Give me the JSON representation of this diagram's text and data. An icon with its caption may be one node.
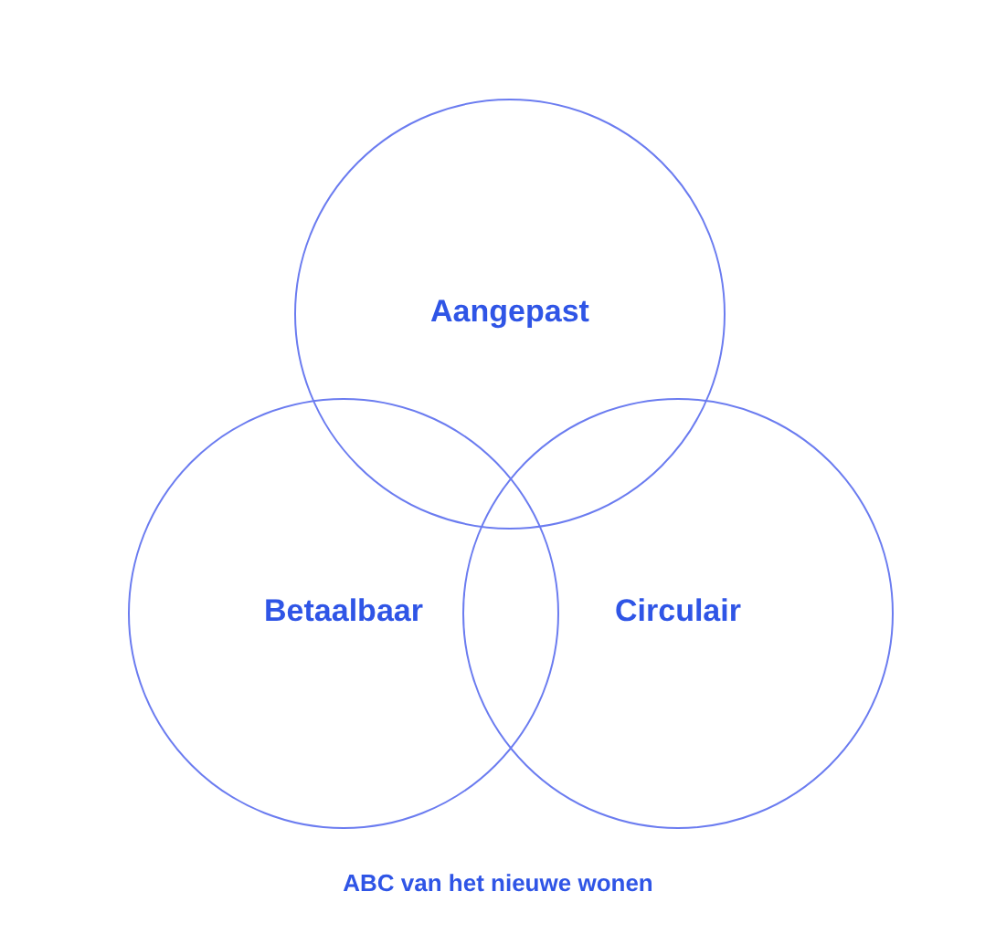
{
  "diagram": {
    "caption": "ABC van het nieuwe wonen",
    "nodes": [
      {
        "text": [
          "Aangepast"
        ]
      },
      {
        "text": [
          "Betaalbaar"
        ]
      },
      {
        "text": [
          "Circulair"
        ]
      }
    ]
  }
}
